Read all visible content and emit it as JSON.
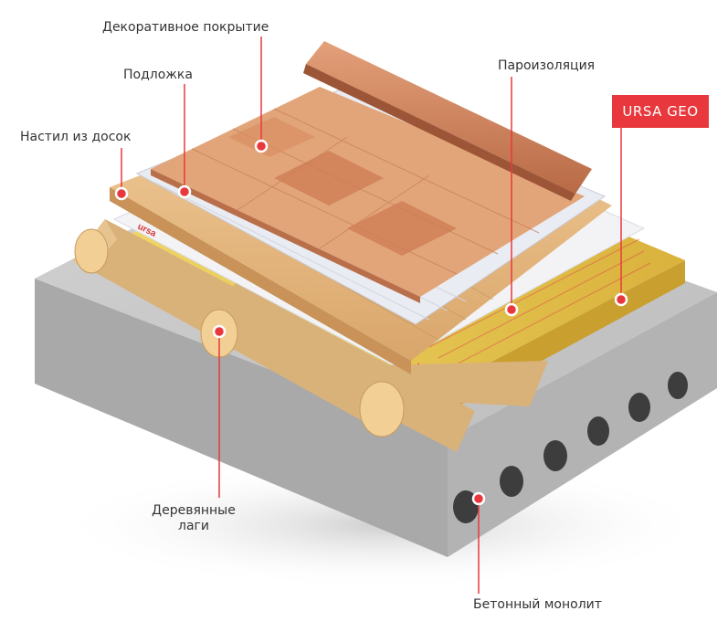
{
  "labels": {
    "decorative_cover": "Декоративное покрытие",
    "underlay": "Подложка",
    "plank_deck": "Настил из досок",
    "vapor_barrier": "Пароизоляция",
    "brand": "URSA GEO",
    "joists_line1": "Деревянные",
    "joists_line2": "лаги",
    "concrete": "Бетонный монолит"
  },
  "membrane_print": "ursa",
  "colors": {
    "accent": "#e8383d",
    "leader": "#e8383d",
    "text": "#333333",
    "concrete": "#b9b9b9",
    "insulation": "#e3c24a",
    "wood_light": "#e9bd86",
    "wood_dark": "#cf7d55"
  }
}
